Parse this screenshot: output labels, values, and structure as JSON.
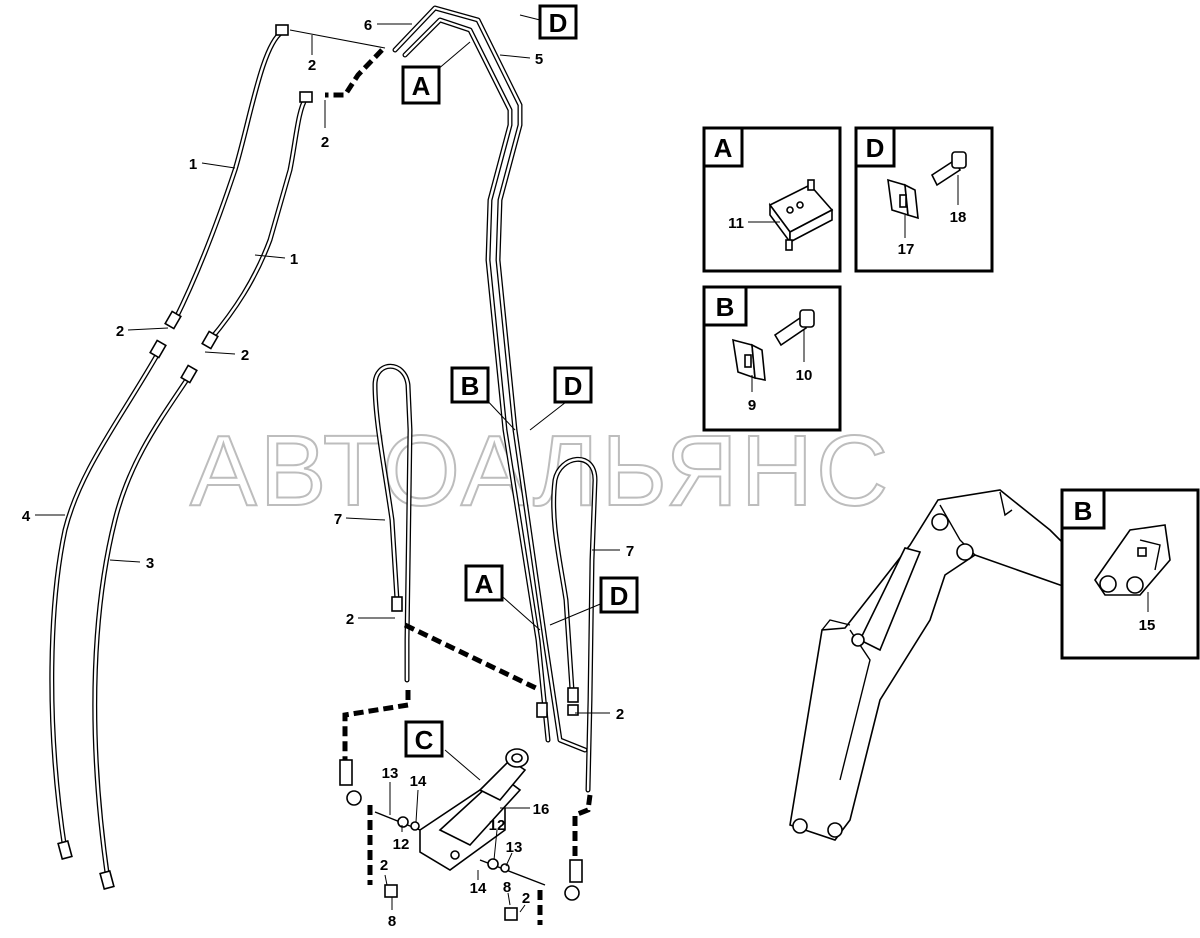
{
  "watermark": "АВТОАЛЬЯНС",
  "callouts": {
    "c1a": "1",
    "c1b": "1",
    "c2a": "2",
    "c2b": "2",
    "c2c": "2",
    "c2d": "2",
    "c2e": "2",
    "c2f": "2",
    "c2g": "2",
    "c2h": "2",
    "c3": "3",
    "c4": "4",
    "c5": "5",
    "c6": "6",
    "c7a": "7",
    "c7b": "7",
    "c8a": "8",
    "c8b": "8",
    "c12a": "12",
    "c12b": "12",
    "c13a": "13",
    "c13b": "13",
    "c14a": "14",
    "c14b": "14",
    "c16": "16"
  },
  "ref_labels": {
    "top_d": "D",
    "top_a": "A",
    "mid_b": "B",
    "mid_d": "D",
    "low_a": "A",
    "low_d": "D",
    "cyl_c": "C"
  },
  "detail_boxes": {
    "a": {
      "letter": "A",
      "part": "11"
    },
    "d": {
      "letter": "D",
      "part_bracket": "17",
      "part_bolt": "18"
    },
    "b": {
      "letter": "B",
      "part_bracket": "9",
      "part_bolt": "10"
    },
    "boom_b": {
      "letter": "B",
      "part": "15"
    }
  }
}
